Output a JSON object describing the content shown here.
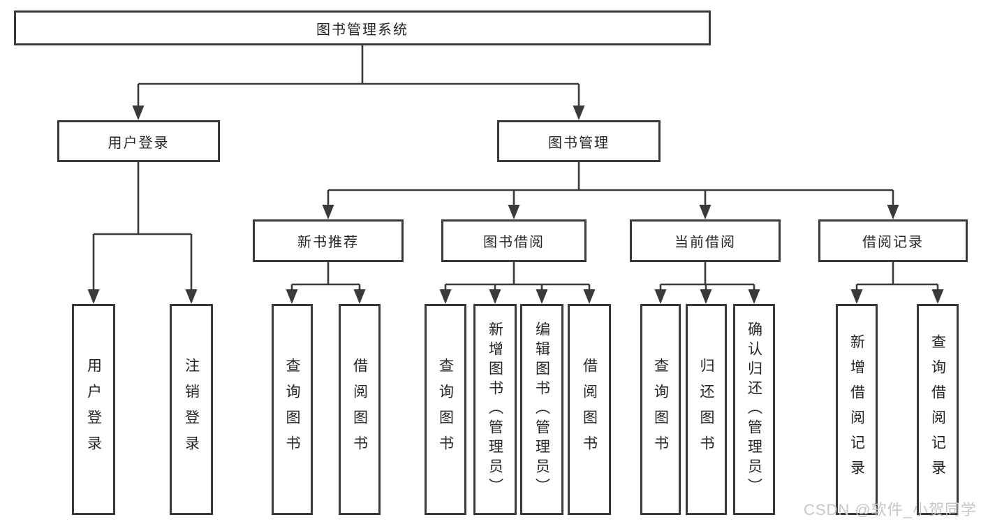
{
  "diagram": {
    "root": {
      "label": "图书管理系统"
    },
    "level2": [
      {
        "label": "用户登录"
      },
      {
        "label": "图书管理"
      }
    ],
    "level3": [
      {
        "label": "新书推荐"
      },
      {
        "label": "图书借阅"
      },
      {
        "label": "当前借阅"
      },
      {
        "label": "借阅记录"
      }
    ],
    "leaves": {
      "user_login": [
        {
          "label": "用户登录"
        },
        {
          "label": "注销登录"
        }
      ],
      "new_book_rec": [
        {
          "label": "查询图书"
        },
        {
          "label": "借阅图书"
        }
      ],
      "book_borrow": [
        {
          "label": "查询图书"
        },
        {
          "label": "新增图书（管理员）"
        },
        {
          "label": "编辑图书（管理员）"
        },
        {
          "label": "借阅图书"
        }
      ],
      "current_borrow": [
        {
          "label": "查询图书"
        },
        {
          "label": "归还图书"
        },
        {
          "label": "确认归还（管理员）"
        }
      ],
      "borrow_record": [
        {
          "label": "新增借阅记录"
        },
        {
          "label": "查询借阅记录"
        }
      ]
    }
  },
  "colors": {
    "line": "#3a3a3a",
    "text": "#262626",
    "background": "#ffffff",
    "watermark": "#c7c7c7"
  },
  "watermark": {
    "text": "CSDN @软件_小贺同学"
  }
}
